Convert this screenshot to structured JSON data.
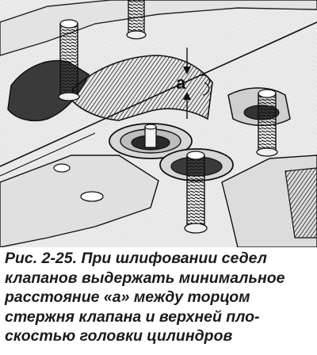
{
  "figure": {
    "label_a": "а"
  },
  "caption": {
    "lines": [
      "Рис. 2-25. При шлифовании седел",
      "клапанов выдержать минимальное",
      "расстояние «а» между торцом",
      "стержня клапана и верхней пло-",
      "скостью головки цилиндров"
    ]
  }
}
